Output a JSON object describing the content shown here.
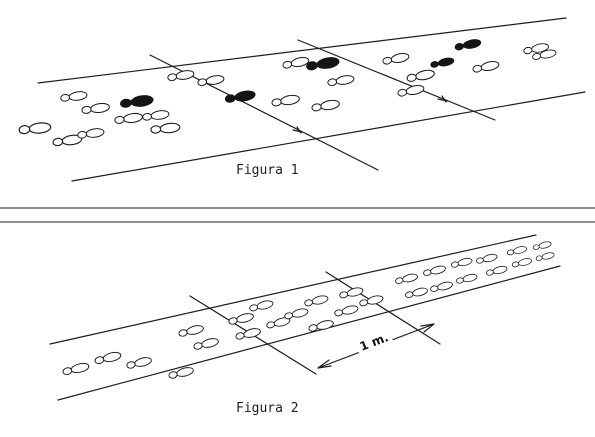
{
  "figures": [
    {
      "caption": "Figura 1"
    },
    {
      "caption": "Figura 2",
      "scale_label": "1 m."
    }
  ],
  "colors": {
    "ink": "#1e1e1e",
    "paper": "#ffffff",
    "stain": "#151515"
  }
}
